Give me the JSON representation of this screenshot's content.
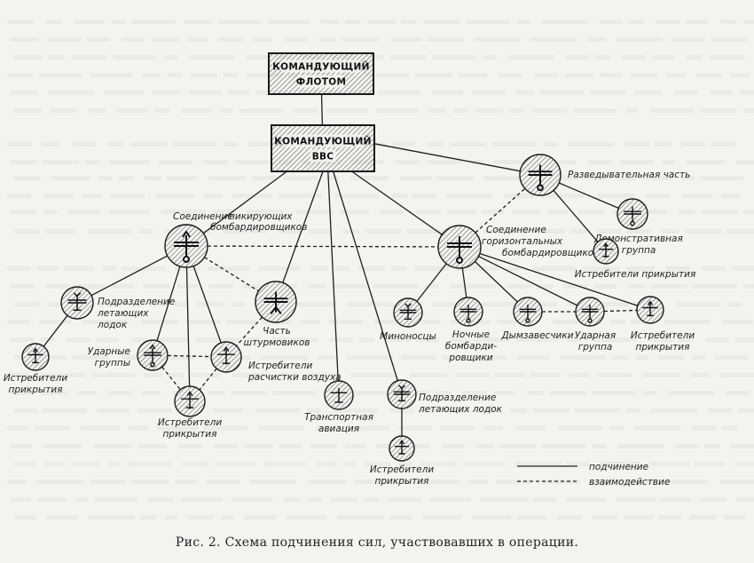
{
  "figure": {
    "caption": "Рис. 2. Схема подчинения сил, участвовавших в операции."
  },
  "legend": {
    "items": [
      {
        "style": "solid",
        "label": "подчинение"
      },
      {
        "style": "dashed",
        "label": "взаимодействие"
      }
    ]
  },
  "colors": {
    "ink": "#1a1a1a",
    "paper": "#f4f3f0",
    "hatch": "#555555"
  },
  "boxes": [
    {
      "id": "fleet",
      "lines": [
        "КОМАНДУЮЩИЙ",
        "ФЛОТОМ"
      ]
    },
    {
      "id": "vvs",
      "lines": [
        "КОМАНДУЮЩИЙ",
        "ВВС"
      ]
    }
  ],
  "nodes": [
    {
      "id": "dive",
      "icon": "dive-bomber-icon",
      "lines": [
        "Соединение",
        "пикирующих бомбардировщиков"
      ]
    },
    {
      "id": "recon",
      "icon": "recon-aircraft-icon",
      "lines": [
        "Разведывательная часть"
      ]
    },
    {
      "id": "horiz",
      "icon": "bomber-icon",
      "lines": [
        "Соединение",
        "горизонтальных",
        "бомбардировщиков"
      ]
    },
    {
      "id": "demo",
      "icon": "bomber-icon",
      "lines": [
        "Демонстративная",
        "группа"
      ]
    },
    {
      "id": "recon_fighters",
      "icon": "fighter-icon",
      "lines": [
        "Истребители прикрытия"
      ]
    },
    {
      "id": "boats1",
      "icon": "flying-boat-icon",
      "lines": [
        "Подразделение",
        "летающих",
        "лодок"
      ]
    },
    {
      "id": "fighters_far",
      "icon": "fighter-icon",
      "lines": [
        "Истребители",
        "прикрытия"
      ]
    },
    {
      "id": "storm",
      "icon": "attack-aircraft-icon",
      "lines": [
        "Часть",
        "штурмовиков"
      ]
    },
    {
      "id": "strike",
      "icon": "dive-bomber-icon",
      "lines": [
        "Ударные",
        "группы"
      ]
    },
    {
      "id": "sweep",
      "icon": "fighter-icon",
      "lines": [
        "Истребители",
        "расчистки воздуха"
      ]
    },
    {
      "id": "cover",
      "icon": "fighter-icon",
      "lines": [
        "Истребители",
        "прикрытия"
      ]
    },
    {
      "id": "transport",
      "icon": "transport-aircraft-icon",
      "lines": [
        "Транспортная",
        "авиация"
      ]
    },
    {
      "id": "boats2",
      "icon": "flying-boat-icon",
      "lines": [
        "Подразделение",
        "летающих лодок"
      ]
    },
    {
      "id": "boats2_fighters",
      "icon": "fighter-icon",
      "lines": [
        "Истребители",
        "прикрытия"
      ]
    },
    {
      "id": "torpedo",
      "icon": "torpedo-bomber-icon",
      "lines": [
        "Миноносцы"
      ]
    },
    {
      "id": "night",
      "icon": "bomber-icon",
      "lines": [
        "Ночные",
        "бомбарди-",
        "ровщики"
      ]
    },
    {
      "id": "smoke",
      "icon": "bomber-icon",
      "lines": [
        "Дымзавесчики"
      ]
    },
    {
      "id": "strike2",
      "icon": "bomber-icon",
      "lines": [
        "Ударная",
        "группа"
      ]
    },
    {
      "id": "horiz_fighters",
      "icon": "fighter-icon",
      "lines": [
        "Истребители",
        "прикрытия"
      ]
    }
  ],
  "edges": [
    {
      "from": "fleet",
      "to": "vvs",
      "type": "solid"
    },
    {
      "from": "vvs",
      "to": "dive",
      "type": "solid"
    },
    {
      "from": "vvs",
      "to": "recon",
      "type": "solid"
    },
    {
      "from": "vvs",
      "to": "horiz",
      "type": "solid"
    },
    {
      "from": "vvs",
      "to": "storm",
      "type": "solid"
    },
    {
      "from": "vvs",
      "to": "transport",
      "type": "solid"
    },
    {
      "from": "vvs",
      "to": "boats2",
      "type": "solid"
    },
    {
      "from": "dive",
      "to": "boats1",
      "type": "solid"
    },
    {
      "from": "dive",
      "to": "strike",
      "type": "solid"
    },
    {
      "from": "dive",
      "to": "cover",
      "type": "solid"
    },
    {
      "from": "dive",
      "to": "sweep",
      "type": "solid"
    },
    {
      "from": "boats1",
      "to": "fighters_far",
      "type": "solid"
    },
    {
      "from": "recon",
      "to": "demo",
      "type": "solid"
    },
    {
      "from": "recon",
      "to": "recon_fighters",
      "type": "solid"
    },
    {
      "from": "horiz",
      "to": "torpedo",
      "type": "solid"
    },
    {
      "from": "horiz",
      "to": "night",
      "type": "solid"
    },
    {
      "from": "horiz",
      "to": "smoke",
      "type": "solid"
    },
    {
      "from": "horiz",
      "to": "strike2",
      "type": "solid"
    },
    {
      "from": "horiz",
      "to": "horiz_fighters",
      "type": "solid"
    },
    {
      "from": "boats2",
      "to": "boats2_fighters",
      "type": "solid"
    },
    {
      "from": "dive",
      "to": "horiz",
      "type": "dashed"
    },
    {
      "from": "dive",
      "to": "storm",
      "type": "dashed"
    },
    {
      "from": "horiz",
      "to": "recon",
      "type": "dashed"
    },
    {
      "from": "storm",
      "to": "sweep",
      "type": "dashed"
    },
    {
      "from": "strike",
      "to": "sweep",
      "type": "dashed"
    },
    {
      "from": "strike",
      "to": "cover",
      "type": "dashed"
    },
    {
      "from": "sweep",
      "to": "cover",
      "type": "dashed"
    },
    {
      "from": "smoke",
      "to": "strike2",
      "type": "dashed"
    },
    {
      "from": "strike2",
      "to": "horiz_fighters",
      "type": "dashed"
    }
  ]
}
